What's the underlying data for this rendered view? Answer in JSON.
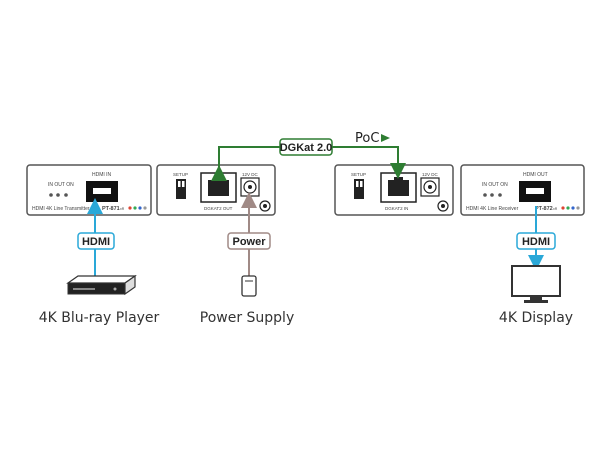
{
  "transmitter": {
    "port_label": "HDMI IN",
    "led_label": "IN OUT ON",
    "name": "HDMI 4K Line Transmitter",
    "model": "PT-871",
    "model_suffix": "xR"
  },
  "tx_back": {
    "setup_label": "SETUP",
    "power_label": "12V DC",
    "port_label": "DGKAT2 OUT"
  },
  "rx_back": {
    "setup_label": "SETUP",
    "power_label": "12V DC",
    "port_label": "DGKAT2 IN"
  },
  "receiver": {
    "port_label": "HDMI OUT",
    "led_label": "IN OUT ON",
    "name": "HDMI 4K Line Receiver",
    "model": "PT-872",
    "model_suffix": "xR"
  },
  "link": {
    "cable_label": "DGKat 2.0",
    "poc_label": "PoC"
  },
  "tags": {
    "hdmi_left": "HDMI",
    "power": "Power",
    "hdmi_right": "HDMI"
  },
  "captions": {
    "source": "4K Blu-ray Player",
    "power": "Power Supply",
    "display": "4K Display"
  },
  "colors": {
    "hdmi": "#2aa8d8",
    "power": "#a08a86",
    "dgkat": "#2e7d32",
    "device_outline": "#555555"
  }
}
